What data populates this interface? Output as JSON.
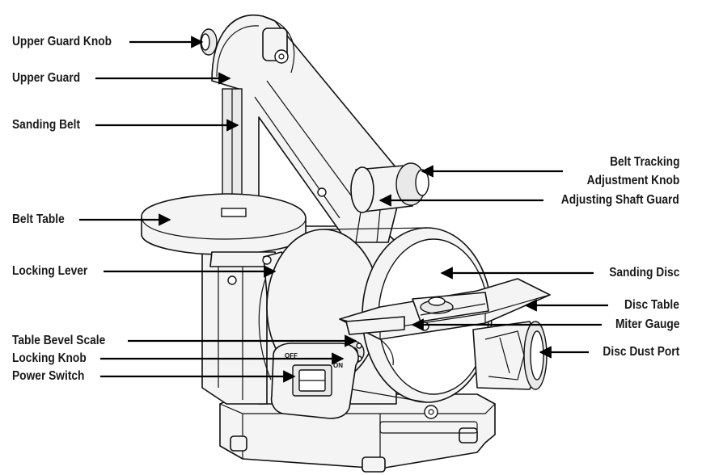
{
  "labels": {
    "upper_guard_knob": "Upper Guard Knob",
    "upper_guard": "Upper Guard",
    "sanding_belt": "Sanding Belt",
    "belt_table": "Belt Table",
    "locking_lever": "Locking Lever",
    "table_bevel_scale": "Table Bevel Scale",
    "locking_knob": "Locking Knob",
    "power_switch": "Power Switch",
    "belt_tracking_line1": "Belt Tracking",
    "belt_tracking_line2": "Adjustment Knob",
    "adjusting_shaft_guard": "Adjusting Shaft Guard",
    "sanding_disc": "Sanding Disc",
    "disc_table": "Disc Table",
    "miter_gauge": "Miter Gauge",
    "disc_dust_port": "Disc Dust Port"
  },
  "switch_marks": {
    "off": "OFF",
    "on": "ON"
  },
  "colors": {
    "line": "#111111",
    "fill": "#f4f4f4",
    "text": "#1a1a1a"
  }
}
